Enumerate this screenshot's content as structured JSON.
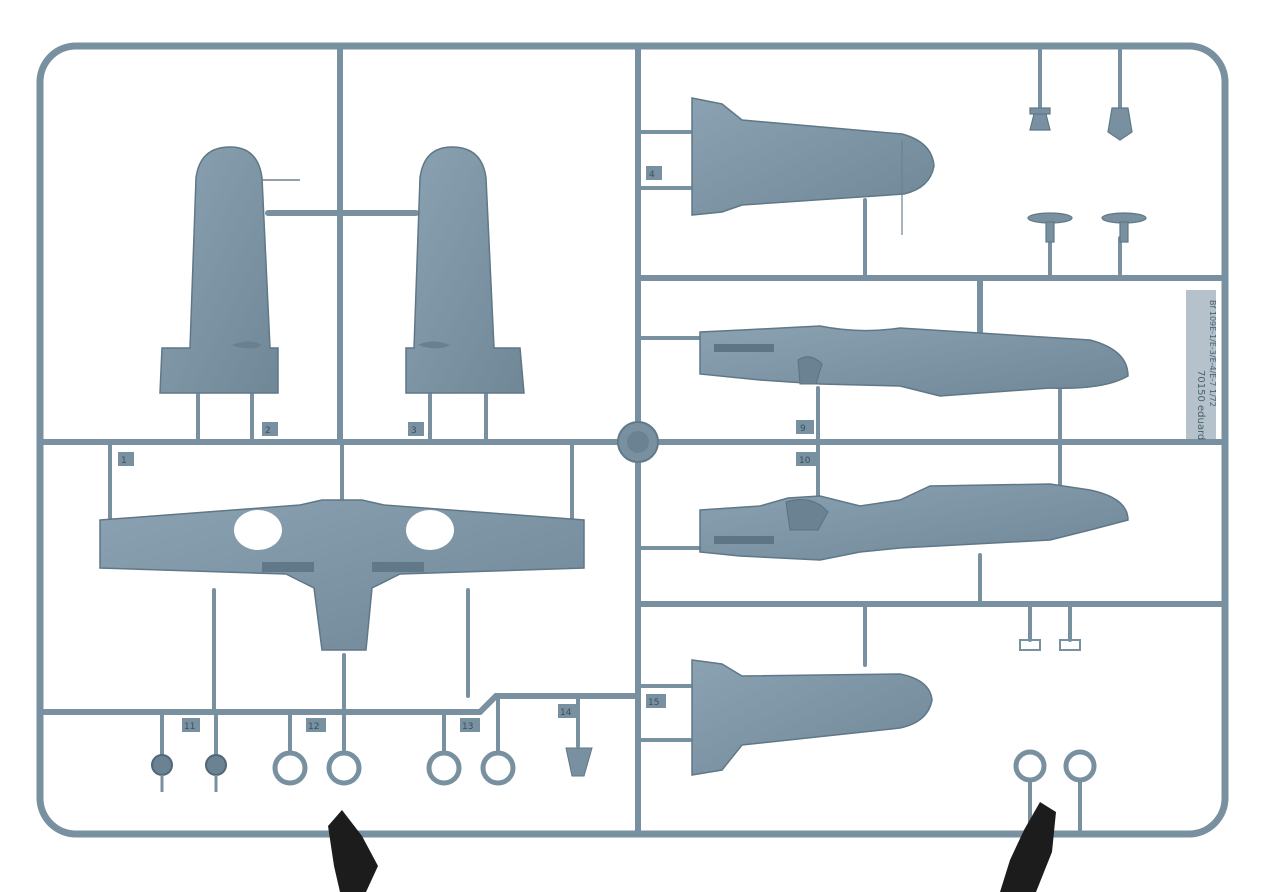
{
  "colors": {
    "background": "#ffffff",
    "plastic": "#7890a0",
    "plastic_light": "#8aa2b1",
    "plastic_dark": "#5f7787",
    "stand": "#1c1c1c"
  },
  "part_numbers": {
    "n1": "1",
    "n2": "2",
    "n3": "3",
    "n4": "4",
    "n9": "9",
    "n10": "10",
    "n11": "11",
    "n12": "12",
    "n13": "13",
    "n14": "14",
    "n15": "15"
  },
  "sprue_text": {
    "line1": "70150  eduard",
    "line2": "Bf 109E-1/E-3/E-4/E-7 1/72"
  }
}
